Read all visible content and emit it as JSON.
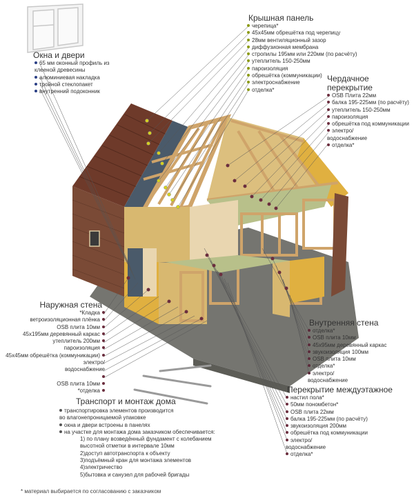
{
  "colors": {
    "bullet_windows": "#2a3f85",
    "bullet_roof": "#8b9a10",
    "bullet_attic": "#6b2e3e",
    "bullet_outer": "#6b2e3e",
    "bullet_inner": "#5b2a3a",
    "bullet_floor": "#6b2e3e",
    "bullet_transport": "#555555",
    "leader": "#555555",
    "roof_tile": "#6e3a2a",
    "brick": "#7a4a36",
    "timber": "#cfa46a",
    "osb": "#d8b870",
    "insulation": "#e0b040",
    "membrane": "#4a5a6a",
    "ground": "#6f6f66"
  },
  "windows": {
    "title": "Окна и двери",
    "items": [
      "65 мм оконный профиль из клееной древесины",
      "алюминиевая накладка",
      "тройной стеклопакет",
      "внутренний подоконник"
    ]
  },
  "roof": {
    "title": "Крышная панель",
    "items": [
      "черепица*",
      "45х45мм обрешётка под черепицу",
      "28мм вентиляционный зазор",
      "диффузионная мембрана",
      "стропилы 195мм или 220мм (по расчёту)",
      "утеплитель 150-250мм",
      "пароизоляция",
      "обрешётка (коммуникации)",
      "электроснабжение",
      "отделка*"
    ]
  },
  "attic": {
    "title": "Чердачное перекрытие",
    "items": [
      "OSB Плита 22мм",
      "балка 195-225мм (по расчёту)",
      "утеплитель 150-250мм",
      "пароизоляция",
      "обрешётка под коммуникации",
      "электро/ водоснабжение",
      "отделка*"
    ]
  },
  "outer_wall": {
    "title": "Наружная стена",
    "items": [
      "*Кладка",
      "ветроизоляционная плёнка",
      "OSB плита 10мм",
      "45х195мм деревянный каркас",
      "утеплитель 200мм",
      "пароизоляция",
      "45х45мм обрешётка (коммуникации)",
      "электро/ водоснабжение",
      "OSB плита 10мм",
      "*отделка"
    ]
  },
  "inner_wall": {
    "title": "Внутренняя стена",
    "items": [
      "отделка*",
      "OSB плита 10мм",
      "45х95мм деревянный каркас",
      "звукоизоляция 100мм",
      "OSB плита 10мм",
      "отделка*",
      "электро/ водоснабжение"
    ]
  },
  "floor": {
    "title": "Перекрытие междуэтажное",
    "items": [
      "настил пола*",
      "50мм пономбетон*",
      "OSB плита 22мм",
      "балка 195-225мм (по расчёту)",
      "звукоизоляция 200мм",
      "обрешётка под коммуникации",
      "электро/ водоснабжение",
      "отделка*"
    ]
  },
  "transport": {
    "title": "Транспорт и монтаж дома",
    "items": [
      "транспортировка элементов производится во влагонепроницаемой упаковке",
      "окна и двери встроены в панелях",
      "на участке для монтажа дома заказчиком обеспечивается:"
    ],
    "subitems": [
      "1) по плану возведённый фундамент с колебанием высотной отметки в интервале 10мм",
      "2)доступ автотранспорта к объекту",
      "3)подъёмный кран для монтажа элементов",
      "4)электричество",
      "5)бытовка и санузел для рабочей бригады"
    ]
  },
  "footnote": "* материал выбирается по согласованию с заказчиком"
}
